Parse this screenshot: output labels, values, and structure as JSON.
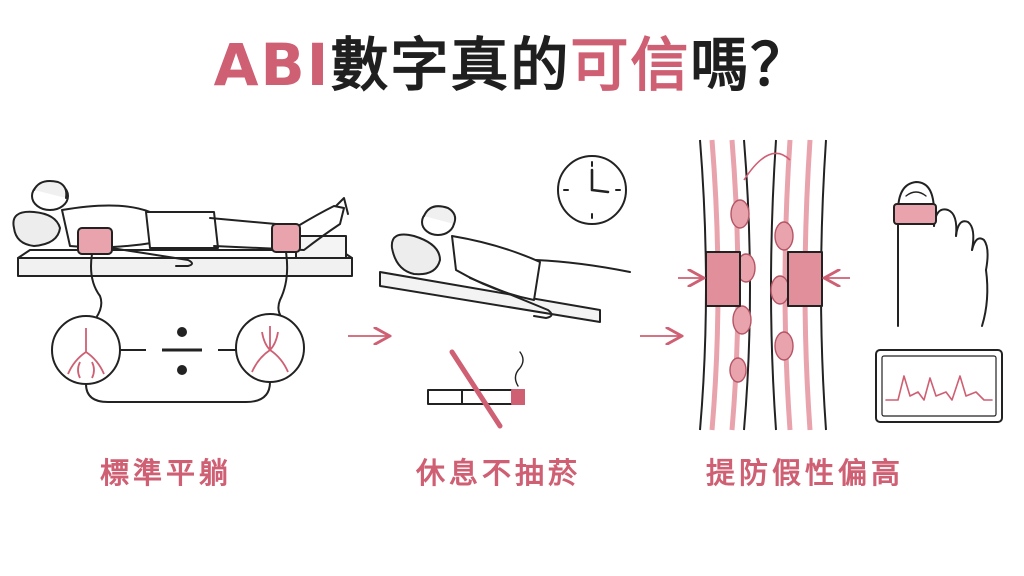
{
  "title": {
    "part1": "ABI",
    "part2": "數字真的",
    "part3": "可信",
    "part4": "嗎？"
  },
  "steps": [
    {
      "label": "標準平躺"
    },
    {
      "label": "休息不抽菸"
    },
    {
      "label": "提防假性偏高"
    }
  ],
  "colors": {
    "accent": "#cf5f73",
    "ink": "#1f1f1f",
    "cuff": "#e8a3ac"
  }
}
